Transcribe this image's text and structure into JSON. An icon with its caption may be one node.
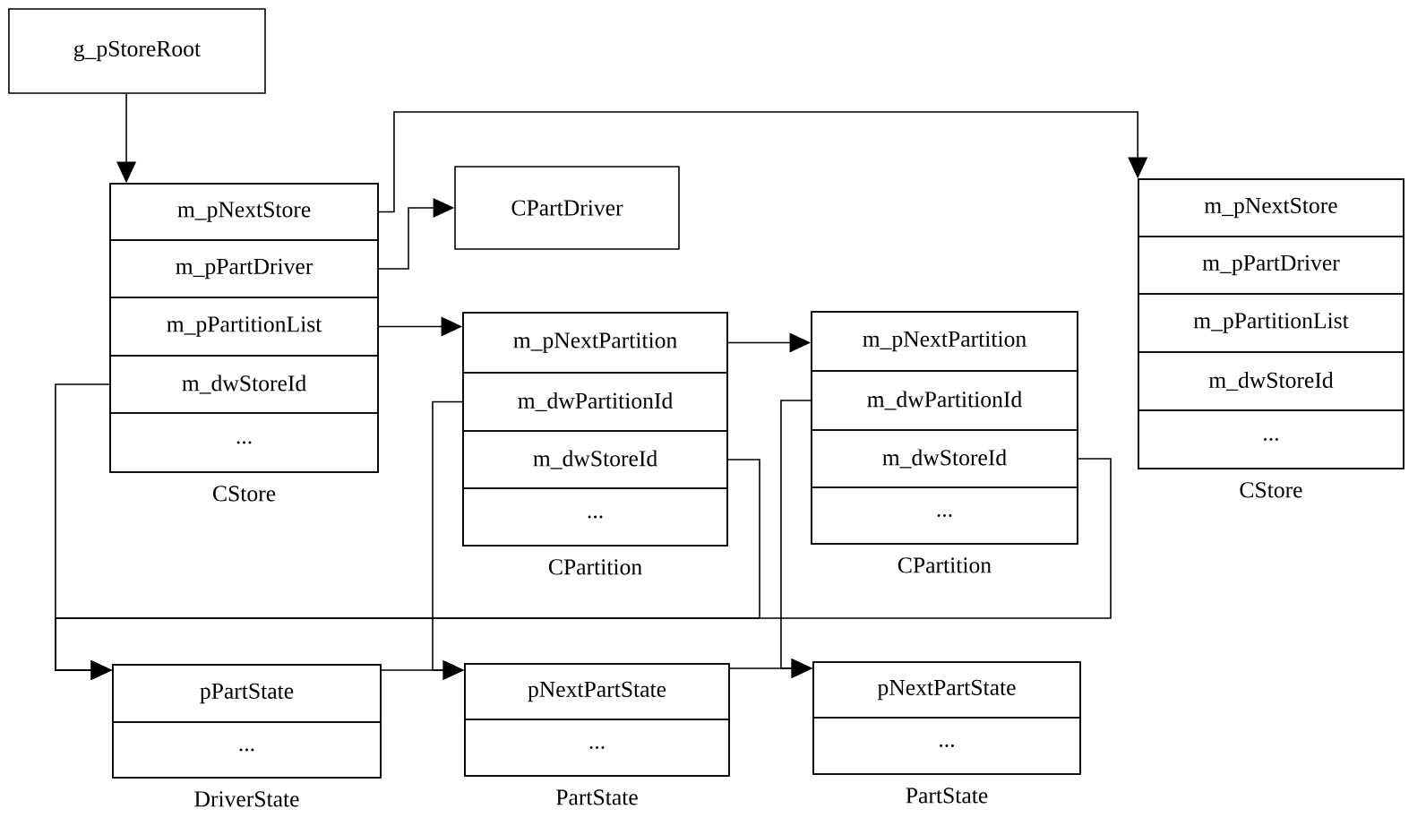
{
  "diagram": {
    "nodes": [
      {
        "text": [
          "g_pStoreRoot"
        ]
      },
      {
        "text": [
          "CStore"
        ]
      },
      {
        "text": [
          "m_pNextStore"
        ],
        "in": 1
      },
      {
        "text": [
          "m_pPartDriver"
        ],
        "in": 1
      },
      {
        "text": [
          "m_pPartitionList"
        ],
        "in": 1
      },
      {
        "text": [
          "m_dwStoreId"
        ],
        "in": 1
      },
      {
        "text": [
          "..."
        ],
        "in": 1
      },
      {
        "text": [
          "CPartDriver"
        ]
      },
      {
        "text": [
          "CStore"
        ]
      },
      {
        "text": [
          "m_pNextStore"
        ],
        "in": 8
      },
      {
        "text": [
          "m_pPartDriver"
        ],
        "in": 8
      },
      {
        "text": [
          "m_pPartitionList"
        ],
        "in": 8
      },
      {
        "text": [
          "m_dwStoreId"
        ],
        "in": 8
      },
      {
        "text": [
          "..."
        ],
        "in": 8
      },
      {
        "text": [
          "CPartition"
        ]
      },
      {
        "text": [
          "m_pNextPartition"
        ],
        "in": 14
      },
      {
        "text": [
          "m_dwPartitionId"
        ],
        "in": 14
      },
      {
        "text": [
          "m_dwStoreId"
        ],
        "in": 14
      },
      {
        "text": [
          "..."
        ],
        "in": 14
      },
      {
        "text": [
          "CPartition"
        ]
      },
      {
        "text": [
          "m_pNextPartition"
        ],
        "in": 19
      },
      {
        "text": [
          "m_dwPartitionId"
        ],
        "in": 19
      },
      {
        "text": [
          "m_dwStoreId"
        ],
        "in": 19
      },
      {
        "text": [
          "..."
        ],
        "in": 19
      },
      {
        "text": [
          "DriverState"
        ]
      },
      {
        "text": [
          "pPartState"
        ],
        "in": 24
      },
      {
        "text": [
          "..."
        ],
        "in": 24
      },
      {
        "text": [
          "PartState"
        ]
      },
      {
        "text": [
          "pNextPartState"
        ],
        "in": 27
      },
      {
        "text": [
          "..."
        ],
        "in": 27
      },
      {
        "text": [
          "PartState"
        ]
      },
      {
        "text": [
          "pNextPartState"
        ],
        "in": 30
      },
      {
        "text": [
          "..."
        ],
        "in": 30
      }
    ],
    "edges": [
      {
        "from": 0,
        "to": 1,
        "arrow": "to"
      },
      {
        "from": 2,
        "to": 8,
        "arrow": "to"
      },
      {
        "from": 3,
        "to": 7,
        "arrow": "to"
      },
      {
        "from": 4,
        "to": 14,
        "arrow": "to"
      },
      {
        "from": 15,
        "to": 19,
        "arrow": "to"
      },
      {
        "from": 5,
        "to": 24,
        "arrow": "to"
      },
      {
        "from": 17,
        "to": 24,
        "arrow": "to"
      },
      {
        "from": 22,
        "to": 24,
        "arrow": "to"
      },
      {
        "from": 16,
        "to": 27,
        "arrow": "to"
      },
      {
        "from": 25,
        "to": 27,
        "arrow": "to"
      },
      {
        "from": 21,
        "to": 30,
        "arrow": "to"
      },
      {
        "from": 28,
        "to": 30,
        "arrow": "to"
      }
    ]
  }
}
